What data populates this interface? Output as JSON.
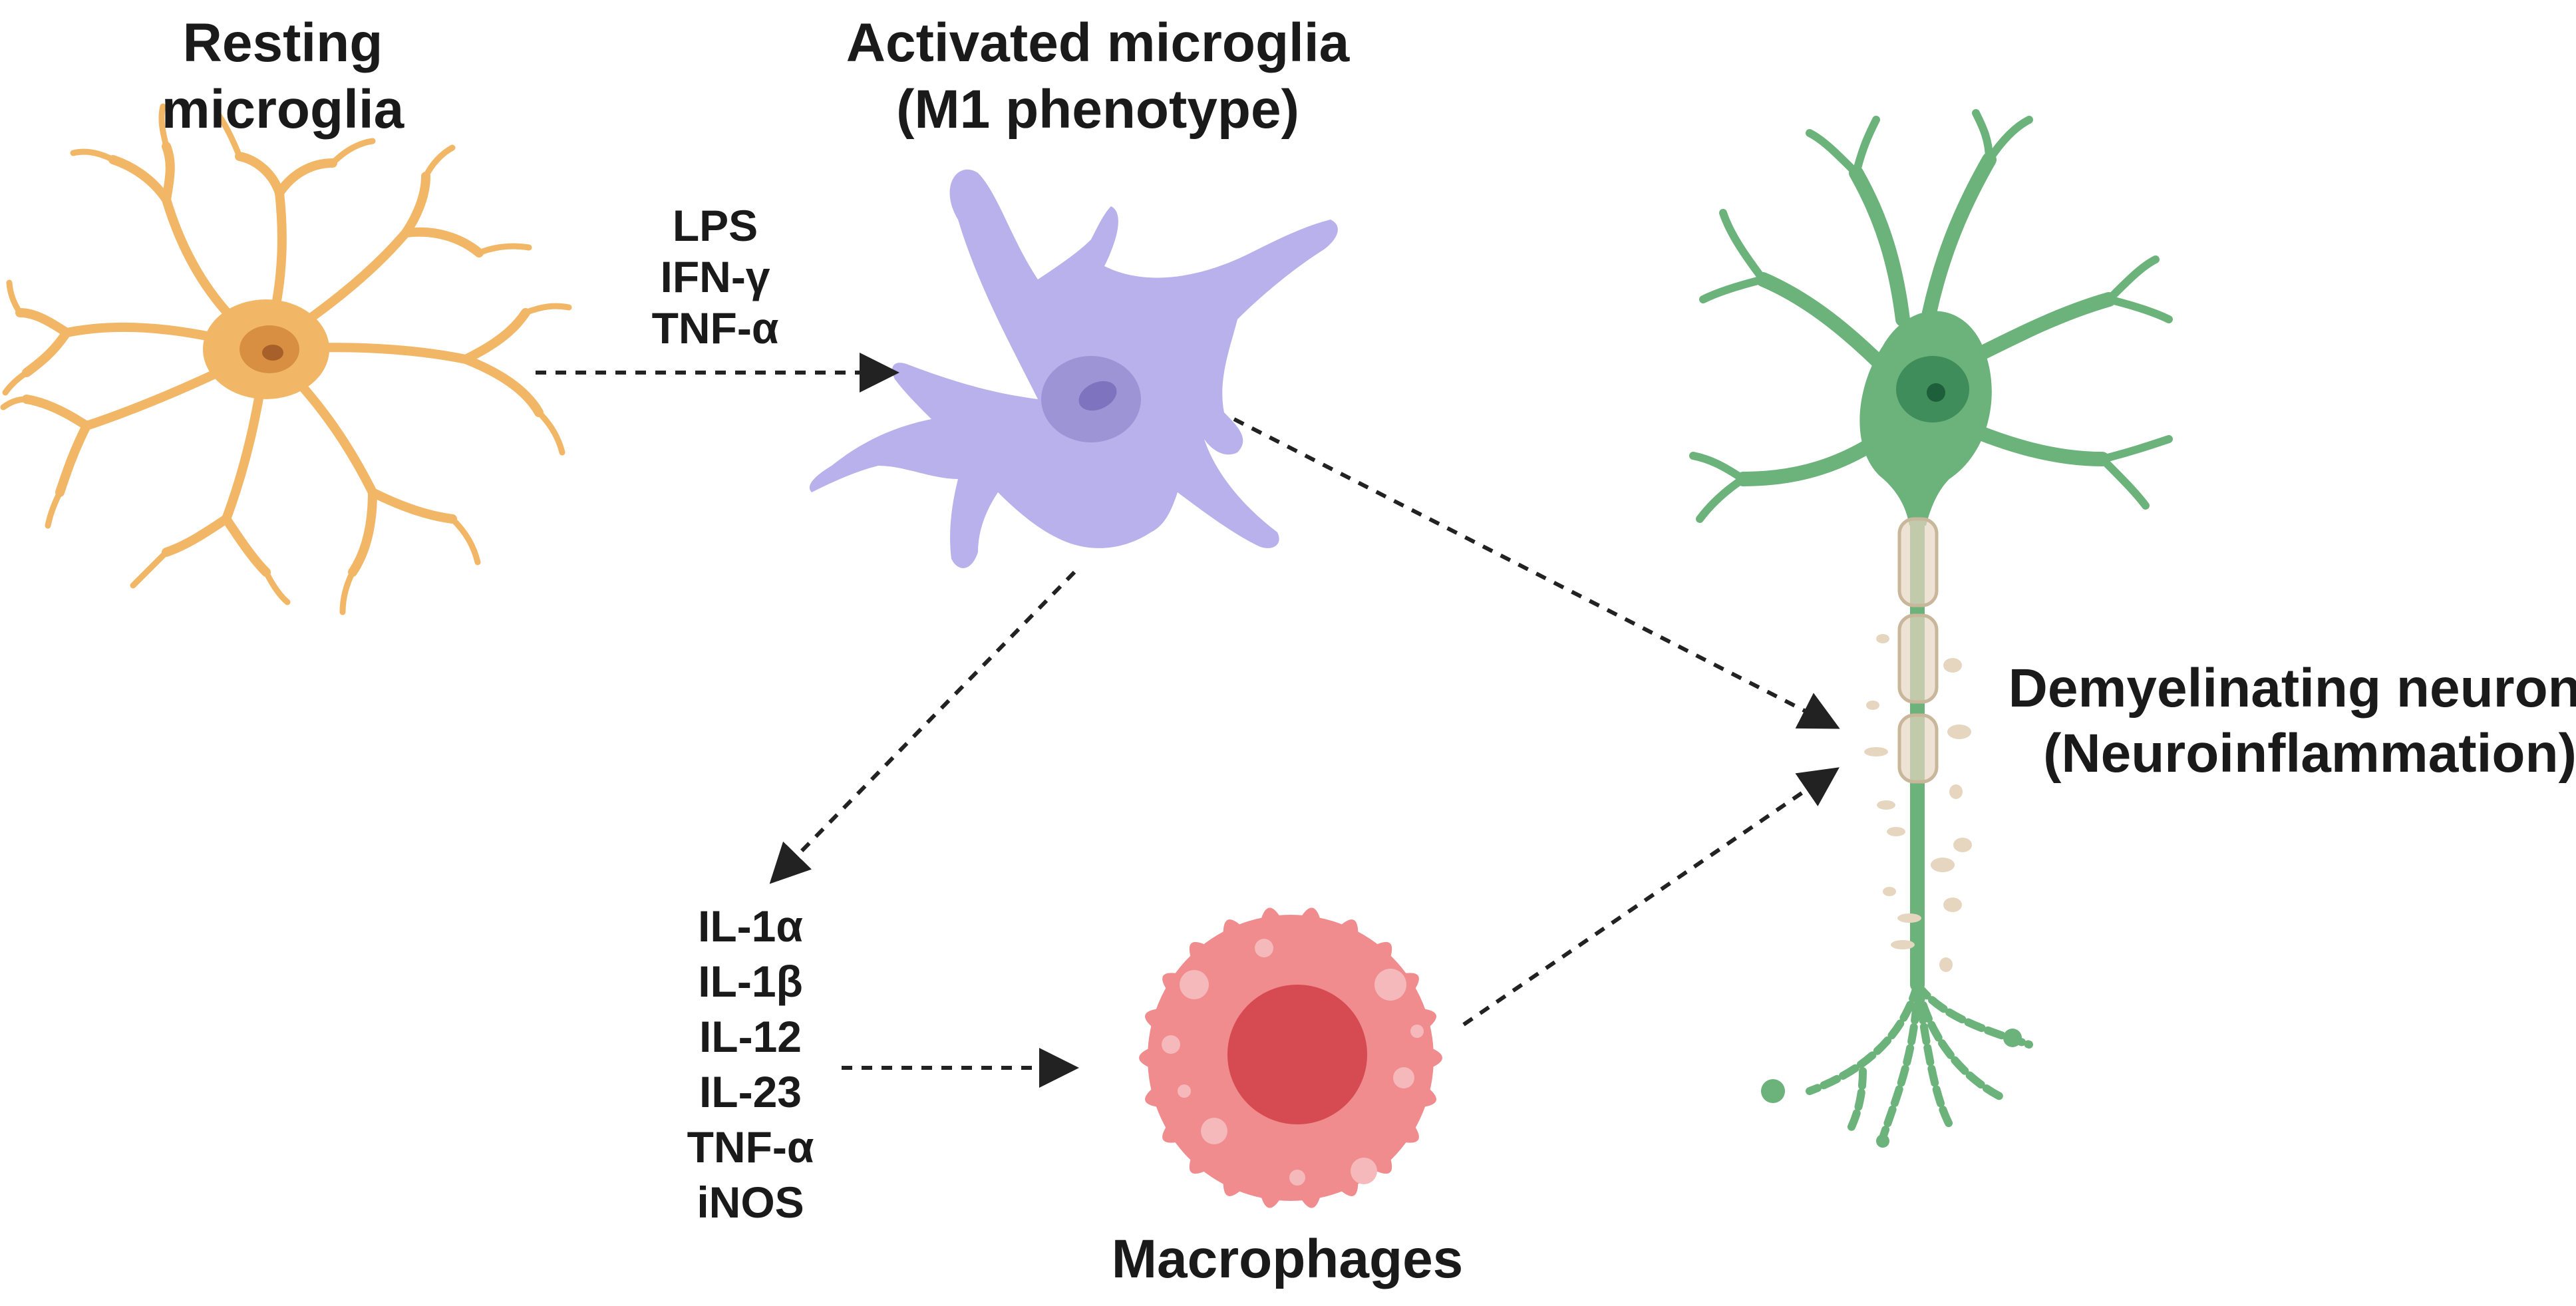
{
  "labels": {
    "resting_line1": "Resting",
    "resting_line2": "microglia",
    "activated_line1": "Activated microglia",
    "activated_line2": "(M1 phenotype)",
    "macrophages": "Macrophages",
    "neurons_line1": "Demyelinating neurons",
    "neurons_line2": "(Neuroinflammation)"
  },
  "stimuli": [
    "LPS",
    "IFN-γ",
    "TNF-α"
  ],
  "cytokines": [
    "IL-1α",
    "IL-1β",
    "IL-12",
    "IL-23",
    "TNF-α",
    "iNOS"
  ],
  "colors": {
    "resting": "#f2b766",
    "activated": "#b9b1ec",
    "macrophage": "#f08b8e",
    "neuron": "#6bb37a",
    "myelin": "#e6d6c0",
    "arrow": "#222222"
  }
}
